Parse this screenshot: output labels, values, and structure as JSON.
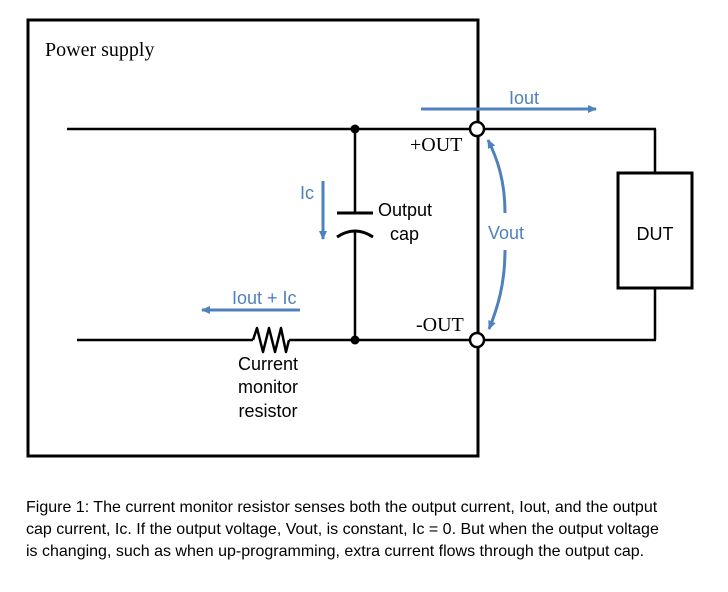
{
  "power_supply_label": "Power supply",
  "terminals": {
    "plus_out": "+OUT",
    "minus_out": "-OUT"
  },
  "currents": {
    "iout": "Iout",
    "ic": "Ic",
    "iout_plus_ic": "Iout + Ic"
  },
  "voltage_label": "Vout",
  "capacitor_label": {
    "line1": "Output",
    "line2": "cap"
  },
  "resistor_label": {
    "line1": "Current",
    "line2": "monitor",
    "line3": "resistor"
  },
  "dut_label": "DUT",
  "caption": {
    "line1": "Figure 1: The current monitor resistor senses both the output current, Iout, and the output",
    "line2": "cap current, Ic. If the output voltage, Vout, is constant, Ic = 0. But when the output voltage",
    "line3": "is changing, such as when up-programming, extra current flows through the output cap."
  },
  "colors": {
    "wire": "#000000",
    "annotation": "#4f81bd"
  }
}
